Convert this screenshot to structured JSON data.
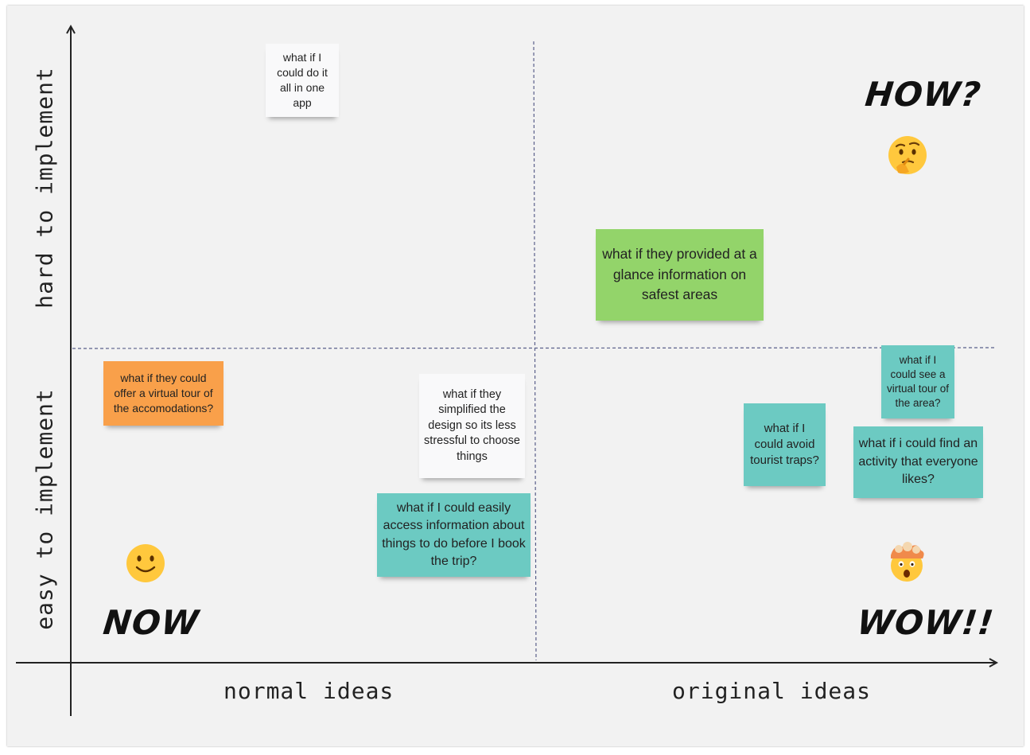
{
  "axes": {
    "x_left": "normal ideas",
    "x_right": "original ideas",
    "y_top": "hard to implement",
    "y_bottom": "easy to implement"
  },
  "quadrants": {
    "top_right": "HOW?",
    "bottom_left": "NOW",
    "bottom_right": "WOW!!"
  },
  "emojis": {
    "how": "thinking-face",
    "now": "smiling-face",
    "wow": "exploding-head"
  },
  "stickies": {
    "all_in_one_app": "what if I could do it all in one app",
    "virtual_tour_accommodations": "what if they could offer a virtual tour of the accomodations?",
    "simplified_design": "what if they simplified the design so its less stressful to choose things",
    "access_information": "what if I could easily access information about things to do before I book the trip?",
    "safest_areas": "what if they provided at a glance information on safest areas",
    "virtual_tour_area": "what if I could see a virtual tour of the area?",
    "avoid_tourist_traps": "what if I could avoid tourist traps?",
    "activity_everyone_likes": "what if i could find an activity that everyone likes?"
  },
  "colors": {
    "white": "#f9f9fa",
    "orange": "#f9a04a",
    "green": "#93d46a",
    "teal": "#6ccac2"
  }
}
